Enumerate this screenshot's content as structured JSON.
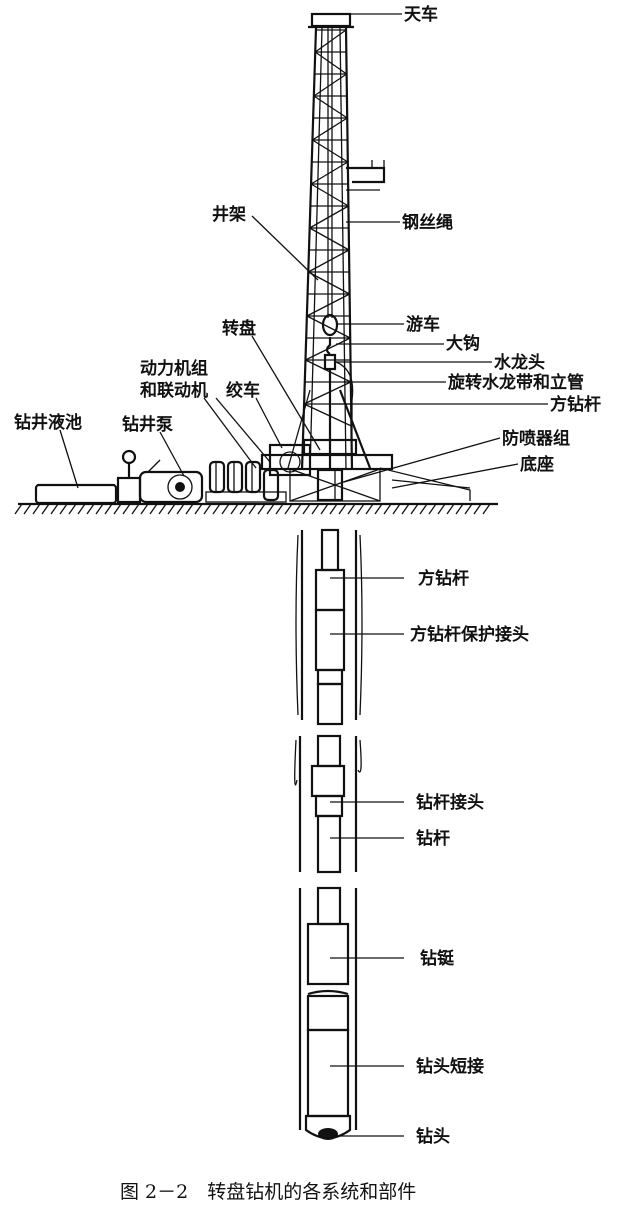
{
  "labels": {
    "crown_block": "天车",
    "derrick": "井架",
    "wire_rope": "钢丝绳",
    "traveling_block": "游车",
    "hook": "大钩",
    "swivel": "水龙头",
    "rotary_hose_standpipe": "旋转水龙带和立管",
    "kelly": "方钻杆",
    "rotary_table": "转盘",
    "power_unit_line1": "动力机组",
    "power_unit_line2": "和联动机",
    "drawworks": "绞车",
    "mud_pit": "钻井液池",
    "mud_pump": "钻井泵",
    "bop_stack": "防喷器组",
    "substructure": "底座",
    "kelly_downhole": "方钻杆",
    "kelly_saver_sub": "方钻杆保护接头",
    "tool_joint": "钻杆接头",
    "drill_pipe": "钻杆",
    "drill_collar": "钻铤",
    "bit_sub": "钻头短接",
    "bit": "钻头"
  },
  "caption": "图 2－2　转盘钻机的各系统和部件"
}
